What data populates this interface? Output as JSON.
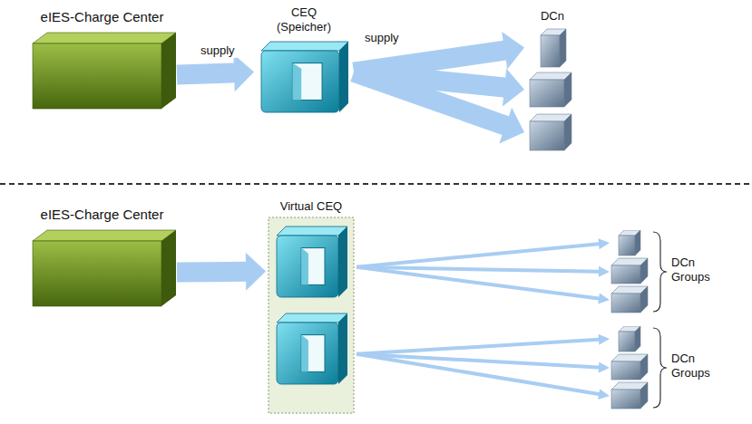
{
  "diagram": {
    "nodes": [
      {
        "text": [
          "eIES-Charge Center"
        ]
      },
      {
        "text": [
          "CEQ (Speicher)"
        ]
      },
      {
        "text": [
          "DCn"
        ]
      },
      {
        "text": [
          "eIES-Charge Center"
        ]
      },
      {
        "text": [
          "Virtual CEQ"
        ]
      },
      {
        "text": [
          "DCn Groups"
        ]
      },
      {
        "text": [
          "DCn Groups"
        ]
      }
    ],
    "edges": [
      {
        "from": 0,
        "to": 1,
        "label": "supply",
        "arrow": "to"
      },
      {
        "from": 1,
        "to": 2,
        "label": "supply",
        "arrow": "to"
      },
      {
        "from": 3,
        "to": 4,
        "arrow": "to"
      },
      {
        "from": 4,
        "to": 5,
        "arrow": "to"
      },
      {
        "from": 4,
        "to": 6,
        "arrow": "to"
      }
    ]
  }
}
